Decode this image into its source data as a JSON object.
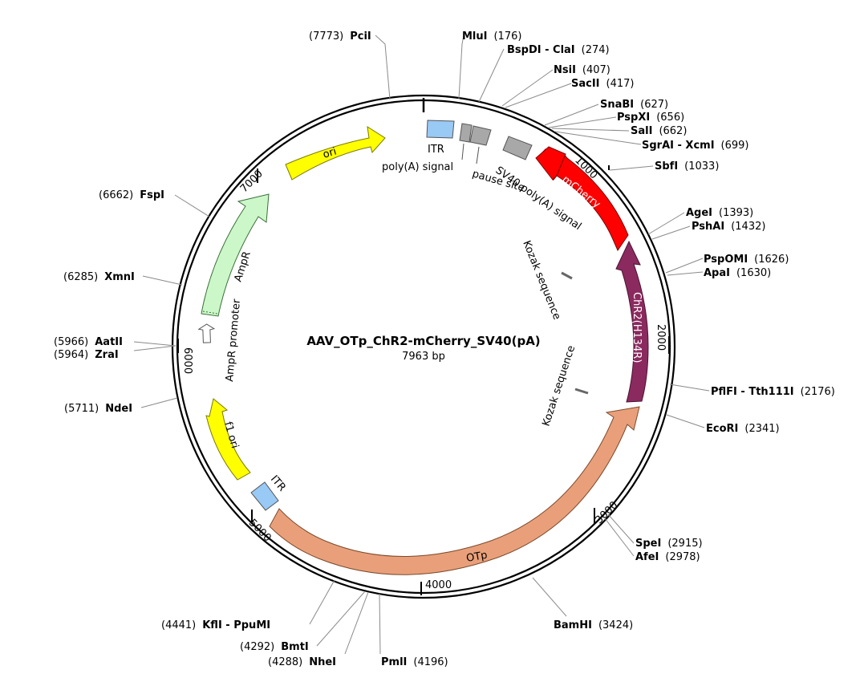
{
  "plasmid": {
    "name": "AAV_OTp_ChR2-mCherry_SV40(pA)",
    "length_label": "7963 bp",
    "length": 7963
  },
  "ticks": [
    {
      "pos": 0,
      "label": ""
    },
    {
      "pos": 1000,
      "label": "1000"
    },
    {
      "pos": 2000,
      "label": "2000"
    },
    {
      "pos": 3000,
      "label": "3000"
    },
    {
      "pos": 4000,
      "label": "4000"
    },
    {
      "pos": 5000,
      "label": "5000"
    },
    {
      "pos": 6000,
      "label": "6000"
    },
    {
      "pos": 7000,
      "label": "7000"
    }
  ],
  "sites": [
    {
      "name": "PciI",
      "pos": "(7773)"
    },
    {
      "name": "MluI",
      "pos": "(176)"
    },
    {
      "name": "BspDI - ClaI",
      "pos": "(274)"
    },
    {
      "name": "NsiI",
      "pos": "(407)"
    },
    {
      "name": "SacII",
      "pos": "(417)"
    },
    {
      "name": "SnaBI",
      "pos": "(627)"
    },
    {
      "name": "PspXI",
      "pos": "(656)"
    },
    {
      "name": "SalI",
      "pos": "(662)"
    },
    {
      "name": "SgrAI - XcmI",
      "pos": "(699)"
    },
    {
      "name": "SbfI",
      "pos": "(1033)"
    },
    {
      "name": "AgeI",
      "pos": "(1393)"
    },
    {
      "name": "PshAI",
      "pos": "(1432)"
    },
    {
      "name": "PspOMI",
      "pos": "(1626)"
    },
    {
      "name": "ApaI",
      "pos": "(1630)"
    },
    {
      "name": "PflFI - Tth111I",
      "pos": "(2176)"
    },
    {
      "name": "EcoRI",
      "pos": "(2341)"
    },
    {
      "name": "SpeI",
      "pos": "(2915)"
    },
    {
      "name": "AfeI",
      "pos": "(2978)"
    },
    {
      "name": "BamHI",
      "pos": "(3424)"
    },
    {
      "name": "PmlI",
      "pos": "(4196)"
    },
    {
      "name": "NheI",
      "pos": "(4288)"
    },
    {
      "name": "BmtI",
      "pos": "(4292)"
    },
    {
      "name": "KflI - PpuMI",
      "pos": "(4441)"
    },
    {
      "name": "NdeI",
      "pos": "(5711)"
    },
    {
      "name": "ZraI",
      "pos": "(5964)"
    },
    {
      "name": "AatII",
      "pos": "(5966)"
    },
    {
      "name": "XmnI",
      "pos": "(6285)"
    },
    {
      "name": "FspI",
      "pos": "(6662)"
    }
  ],
  "features": {
    "ori": "ori",
    "itr_top": "ITR",
    "polya_signal": "poly(A) signal",
    "pause_site": "pause site",
    "sv40": "SV40 poly(A) signal",
    "mcherry": "mCherry",
    "chr2": "ChR2(H134R)",
    "kozak1": "Kozak sequence",
    "kozak2": "Kozak sequence",
    "otp": "OTp",
    "itr_bottom": "ITR",
    "f1ori": "f1 ori",
    "ampr": "AmpR",
    "ampr_promoter": "AmpR promoter"
  },
  "colors": {
    "itr": "#99c9f5",
    "grey_feature": "#a8a8a8",
    "mcherry": "#ff0000",
    "chr2": "#8b2a5f",
    "otp": "#e9a07a",
    "ori": "#ffff00",
    "ampr": "#ccf7c8"
  }
}
